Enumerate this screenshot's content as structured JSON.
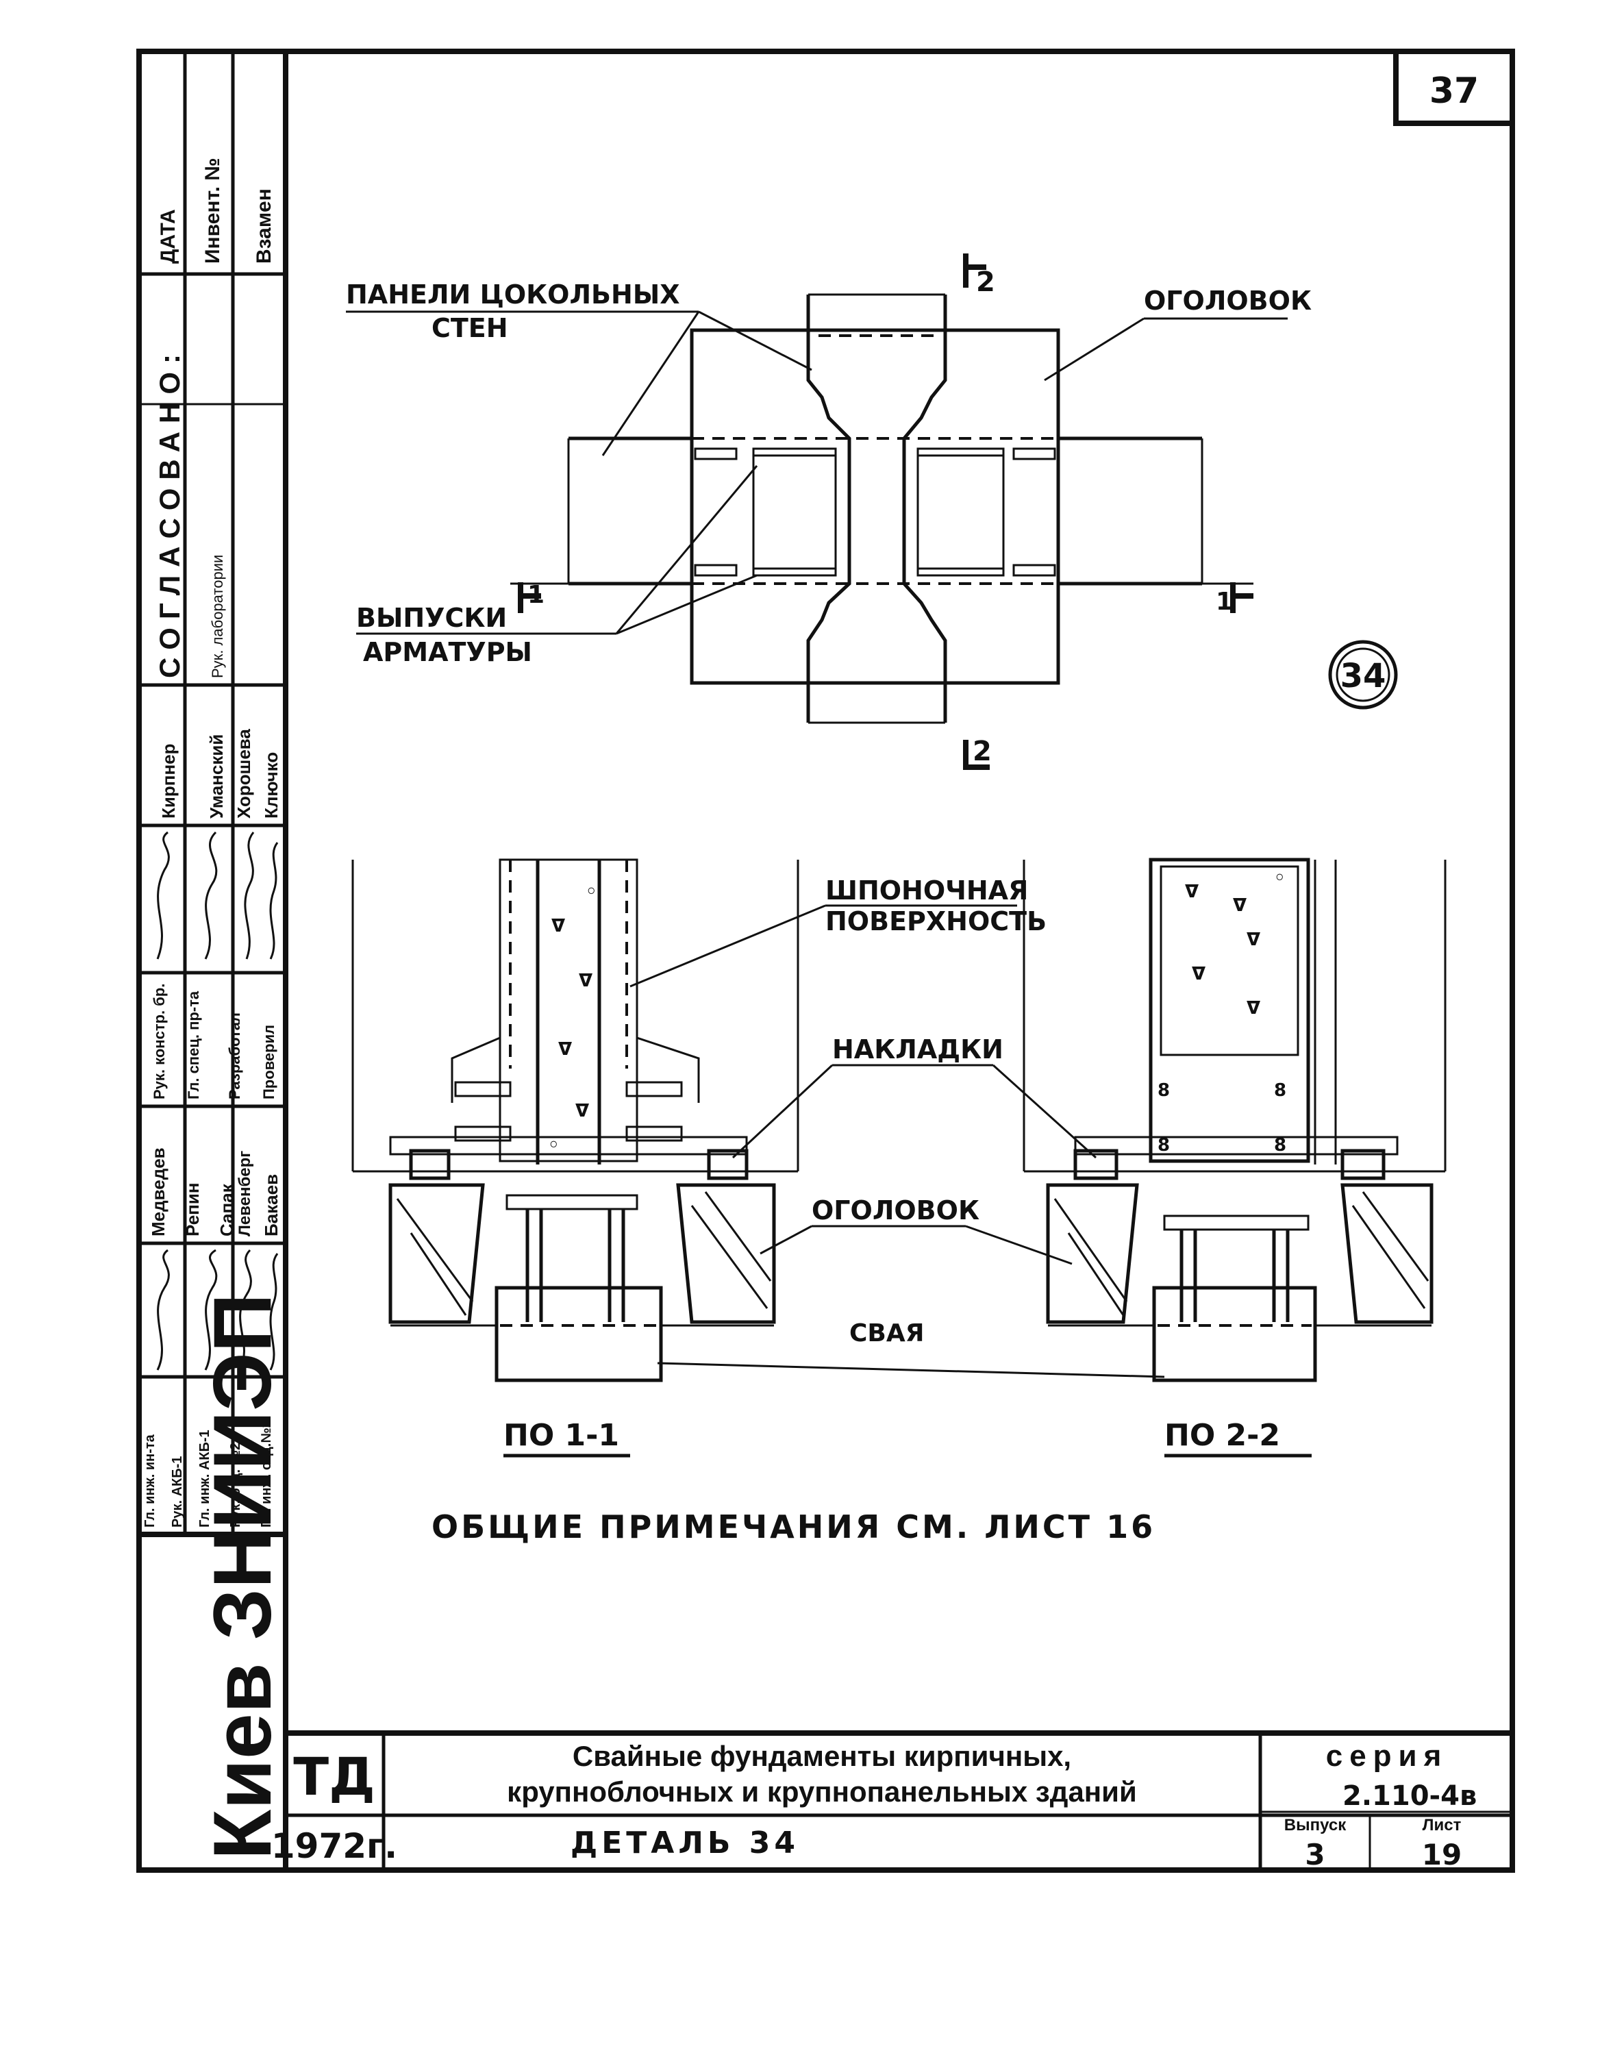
{
  "sheet": {
    "corner_number": "37",
    "detail_circle": "34"
  },
  "plan_labels": {
    "panels_line1": "ПАНЕЛИ ЦОКОЛЬНЫХ",
    "panels_line2": "СТЕН",
    "ogolovok": "ОГОЛОВОК",
    "vypuski_line1": "ВЫПУСКИ",
    "vypuski_line2": "АРМАТУРЫ",
    "cut_2_top": "2",
    "cut_2_bottom": "2",
    "cut_1_left": "1",
    "cut_1_right": "1"
  },
  "section_labels": {
    "shponochnaya_line1": "ШПОНОЧНАЯ",
    "shponochnaya_line2": "ПОВЕРХНОСТЬ",
    "nakladki": "НАКЛАДКИ",
    "ogolovok": "ОГОЛОВОК",
    "svaya": "СВАЯ",
    "section_1": "ПО 1-1",
    "section_2": "ПО 2-2"
  },
  "note": "ОБЩИЕ ПРИМЕЧАНИЯ СМ. ЛИСТ 16",
  "title_block": {
    "td": "ТД",
    "year": "1972г.",
    "title_line1": "Свайные    фундаменты    кирпичных,",
    "title_line2": "крупноблочных   и   крупнопанельных  зданий",
    "detail": "ДЕТАЛЬ 34",
    "series_label": "серия",
    "series_value": "2.110-4в",
    "issue_label": "Выпуск",
    "issue_value": "3",
    "sheet_label": "Лист",
    "sheet_value": "19"
  },
  "side_stamp": {
    "org": "Киев ЗНИИЭП",
    "agreed": "СОГЛАСОВАНО:",
    "date": "ДАТА",
    "invent": "Инвент. №",
    "instead": "Взамен",
    "positions": [
      "Гл. инж. ин-та",
      "Рук. АКБ-1",
      "Гл. инж. АКБ-1",
      "Рук. отд. №2",
      "Гл. инж. отд.№2"
    ],
    "names": [
      "Медведев",
      "Репин",
      "Сапак"
    ],
    "positions2": [
      "Рук. констр. бр.",
      "Гл. спец. пр-та",
      "Разработал",
      "Проверил"
    ],
    "names2": [
      "Левенберг",
      "Бакаев"
    ],
    "agreement_roles": [
      "Кирпнер",
      "Уманский",
      "Хорошева",
      "Ключко"
    ],
    "lab_head": "Рук. лаборатории"
  }
}
